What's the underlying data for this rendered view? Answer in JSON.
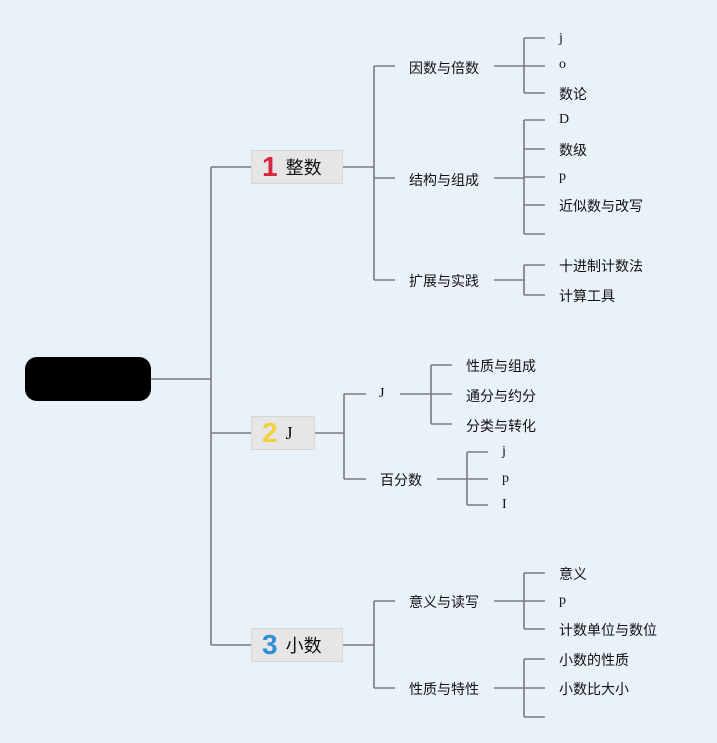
{
  "branches": [
    {
      "num": "1",
      "color": "#d7263d",
      "label": "整数",
      "children": [
        {
          "label": "因数与倍数",
          "children": [
            "j",
            "o",
            "数论"
          ]
        },
        {
          "label": "结构与组成",
          "children": [
            "D",
            "数级",
            "p",
            "近似数与改写",
            ""
          ]
        },
        {
          "label": "扩展与实践",
          "children": [
            "十进制计数法",
            "计算工具"
          ]
        }
      ]
    },
    {
      "num": "2",
      "color": "#f2d13a",
      "label": "J",
      "children": [
        {
          "label": "J",
          "children": [
            "性质与组成",
            "通分与约分",
            "分类与转化"
          ]
        },
        {
          "label": "百分数",
          "children": [
            "j",
            "p",
            "I"
          ]
        }
      ]
    },
    {
      "num": "3",
      "color": "#2f8fd2",
      "label": "小数",
      "children": [
        {
          "label": "意义与读写",
          "children": [
            "意义",
            "p",
            "计数单位与数位"
          ]
        },
        {
          "label": "性质与特性",
          "children": [
            "小数的性质",
            "小数比大小",
            ""
          ]
        }
      ]
    }
  ]
}
